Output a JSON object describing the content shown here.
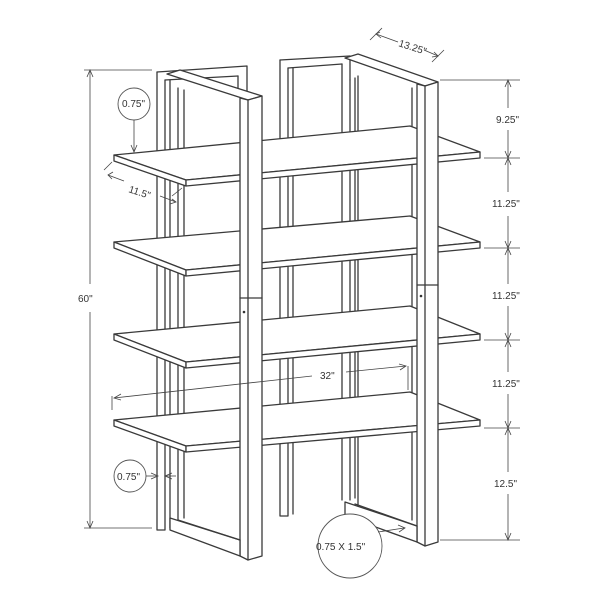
{
  "dimensions": {
    "depth": "13.25\"",
    "top_gap": "9.25\"",
    "gap_2": "11.25\"",
    "gap_3": "11.25\"",
    "gap_4": "11.25\"",
    "bottom_gap": "12.5\"",
    "height": "60\"",
    "width": "32\"",
    "shelf_depth": "11.5\"",
    "shelf_thickness": "0.75\"",
    "frame_thickness": "0.75\"",
    "tube_size": "0.75 X 1.5\""
  }
}
